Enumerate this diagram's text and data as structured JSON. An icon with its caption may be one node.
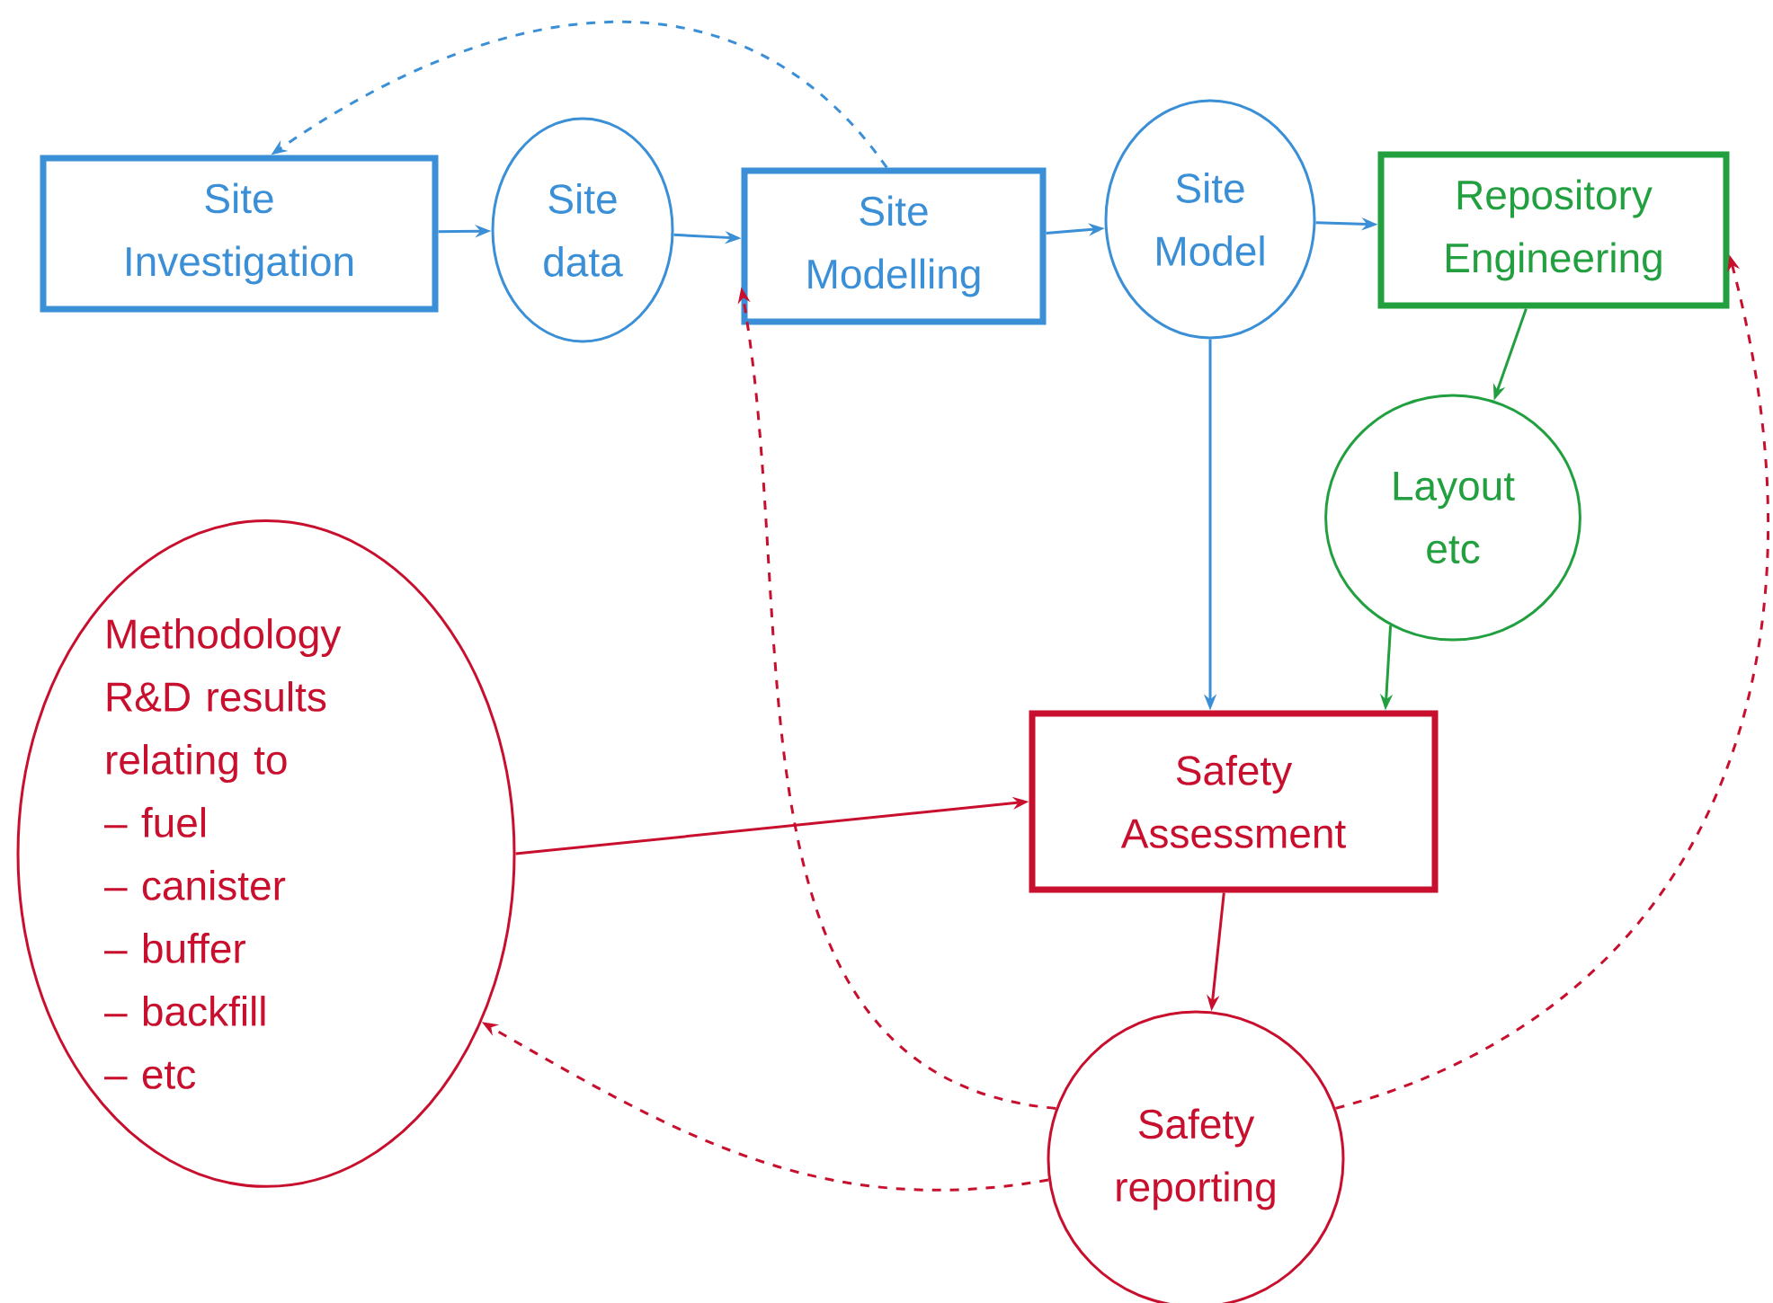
{
  "diagram": {
    "nodes": [
      {
        "text": [
          "Site Investigation"
        ]
      },
      {
        "text": [
          "Site data"
        ]
      },
      {
        "text": [
          "Site Modelling"
        ]
      },
      {
        "text": [
          "Site Model"
        ]
      },
      {
        "text": [
          "Repository Engineering"
        ]
      },
      {
        "text": [
          "Layout etc"
        ]
      },
      {
        "text": [
          "Methodology",
          "R&D results relating to",
          "– fuel",
          "– canister",
          "– buffer",
          "– backfill",
          "– etc"
        ]
      },
      {
        "text": [
          "Safety Assessment"
        ]
      },
      {
        "text": [
          "Safety reporting"
        ]
      }
    ],
    "edges": [
      {
        "from": 0,
        "to": 1,
        "arrow": "to",
        "color": "#3a8fd6"
      },
      {
        "from": 1,
        "to": 2,
        "arrow": "to",
        "color": "#3a8fd6"
      },
      {
        "from": 2,
        "to": 3,
        "arrow": "to",
        "color": "#3a8fd6"
      },
      {
        "from": 3,
        "to": 4,
        "arrow": "to",
        "color": "#3a8fd6"
      },
      {
        "from": 4,
        "to": 5,
        "arrow": "to",
        "color": "#22a040"
      },
      {
        "from": 3,
        "to": 7,
        "arrow": "to",
        "color": "#3a8fd6"
      },
      {
        "from": 5,
        "to": 7,
        "arrow": "to",
        "color": "#22a040"
      },
      {
        "from": 6,
        "to": 7,
        "arrow": "to",
        "color": "#c8102e"
      },
      {
        "from": 7,
        "to": 8,
        "arrow": "to",
        "color": "#c8102e"
      },
      {
        "from": 2,
        "to": 0,
        "arrow": "to",
        "style": "dashed",
        "color": "#3a8fd6"
      },
      {
        "from": 8,
        "to": 2,
        "arrow": "to",
        "style": "dashed",
        "color": "#c8102e"
      },
      {
        "from": 8,
        "to": 6,
        "arrow": "to",
        "style": "dashed",
        "color": "#c8102e"
      },
      {
        "from": 8,
        "to": 4,
        "arrow": "to",
        "style": "dashed",
        "color": "#c8102e"
      }
    ]
  }
}
